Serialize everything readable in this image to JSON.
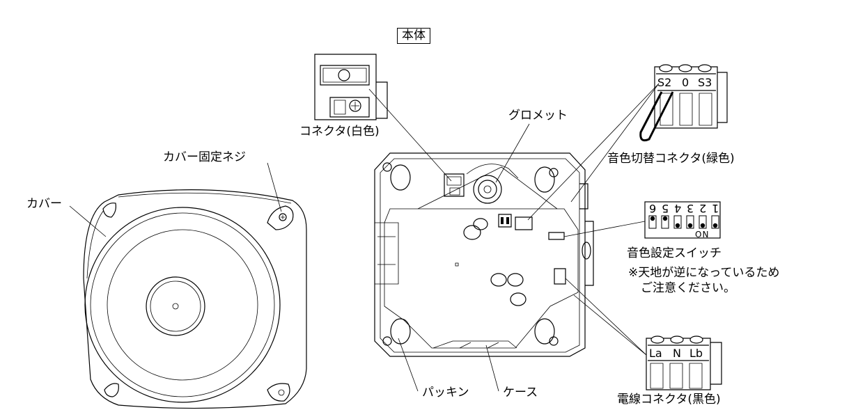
{
  "title": "本体",
  "labels": {
    "connector_white": "コネクタ(白色)",
    "grommet": "グロメット",
    "cover_screw": "カバー固定ネジ",
    "cover": "カバー",
    "packing": "パッキン",
    "case": "ケース",
    "tone_switch_connector": "音色切替コネクタ(緑色)",
    "tone_setting_switch": "音色設定スイッチ",
    "note_line1": "※天地が逆になっているため",
    "note_line2": "ご注意ください。",
    "power_connector": "電線コネクタ(黒色)"
  },
  "tone_connector_terminals": [
    "S2",
    "0",
    "S3"
  ],
  "power_connector_terminals": [
    "La",
    "N",
    "Lb"
  ],
  "dip_switch": {
    "numbers": [
      "6",
      "5",
      "4",
      "3",
      "2",
      "1"
    ],
    "on_label": "ON",
    "positions": [
      "up",
      "up",
      "down",
      "down",
      "down",
      "down"
    ]
  }
}
